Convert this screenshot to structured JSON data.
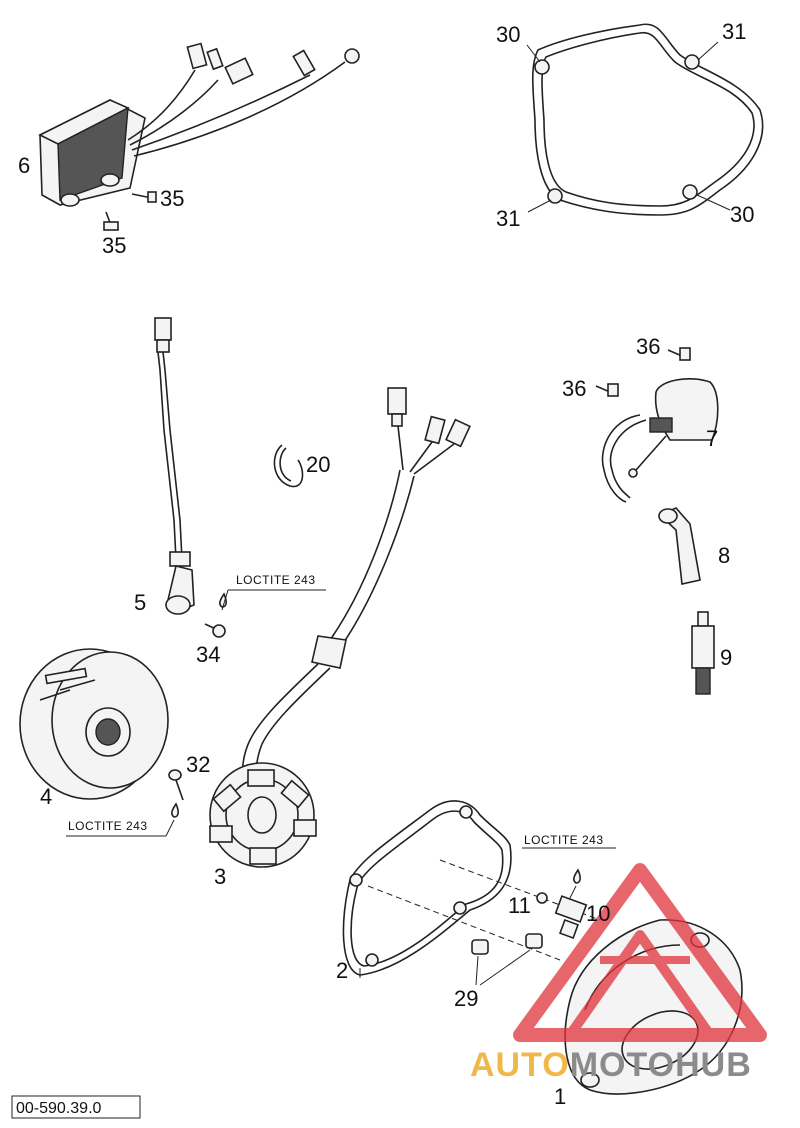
{
  "labels": {
    "p1": "1",
    "p2": "2",
    "p3": "3",
    "p4": "4",
    "p5": "5",
    "p6": "6",
    "p7": "7",
    "p8": "8",
    "p9": "9",
    "p10": "10",
    "p11": "11",
    "p20": "20",
    "p29": "29",
    "p30a": "30",
    "p30b": "30",
    "p31a": "31",
    "p31b": "31",
    "p32": "32",
    "p34": "34",
    "p35a": "35",
    "p35b": "35",
    "p36a": "36",
    "p36b": "36"
  },
  "notes": {
    "loctite_top": "LOCTITE 243",
    "loctite_left": "LOCTITE 243",
    "loctite_right": "LOCTITE 243"
  },
  "drawing_code": "00-590.39.0",
  "watermark": {
    "part1": "AUTO",
    "part2": "MOTO",
    "part3": "HUB",
    "accent": "#e0333a"
  }
}
